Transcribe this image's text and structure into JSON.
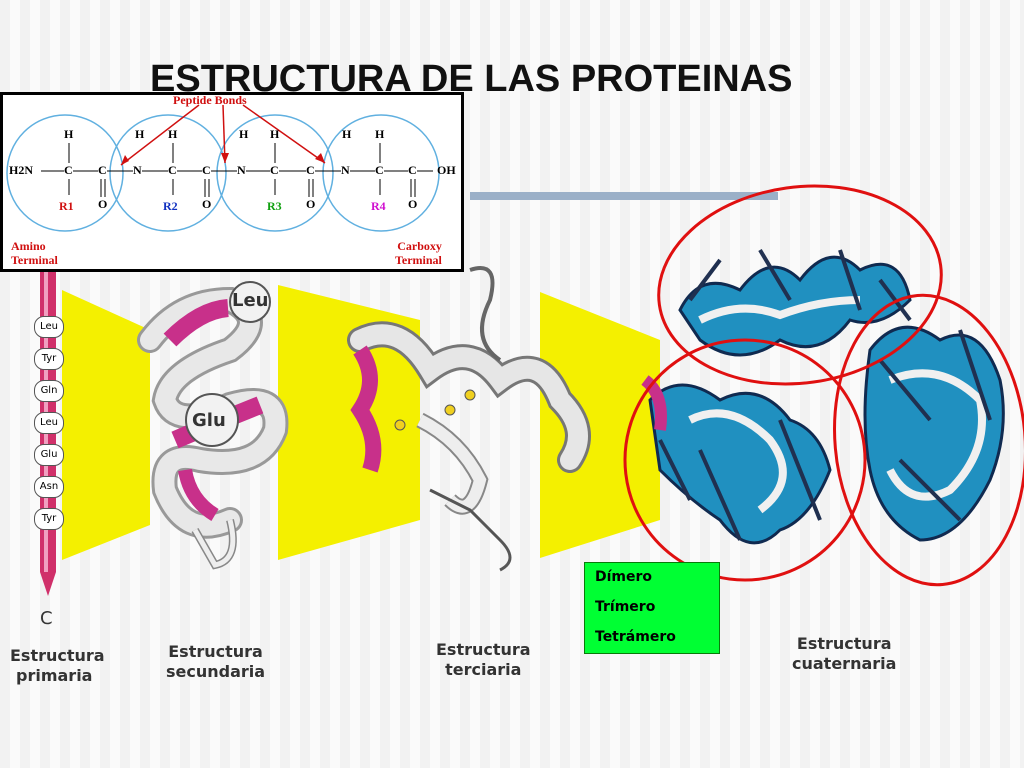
{
  "title": "ESTRUCTURA DE LAS PROTEINAS",
  "peptide": {
    "heading": "Peptide Bonds",
    "amino_terminal": [
      "Amino",
      "Terminal"
    ],
    "carboxy_terminal": [
      "Carboxy",
      "Terminal"
    ],
    "left_group": "H2N",
    "right_group": "OH",
    "residues": [
      "R1",
      "R2",
      "R3",
      "R4"
    ],
    "residue_colors": [
      "#d01010",
      "#1030c0",
      "#10a010",
      "#d010d0"
    ],
    "h_label": "H",
    "c_label": "C",
    "n_label": "N",
    "o_label": "O"
  },
  "primary": {
    "c_terminus": "C",
    "amino_acids": [
      "Leu",
      "Tyr",
      "Gln",
      "Leu",
      "Glu",
      "Asn",
      "Tyr"
    ]
  },
  "secondary": {
    "labels": [
      "Leu",
      "Glu"
    ]
  },
  "quiz": {
    "items": [
      "Dímero",
      "Trímero",
      "Tetrámero"
    ],
    "color": "#00ff33"
  },
  "stages": {
    "primary": [
      "Estructura",
      "primaria"
    ],
    "secondary": [
      "Estructura",
      "secundaria"
    ],
    "tertiary": [
      "Estructura",
      "terciaria"
    ],
    "quaternary": [
      "Estructura",
      "cuaternaria"
    ]
  },
  "colors": {
    "funnel": "#f4f000",
    "helix_pink": "#c8308a",
    "helix_blue": "#2090c0",
    "ring_red": "#e01010"
  }
}
